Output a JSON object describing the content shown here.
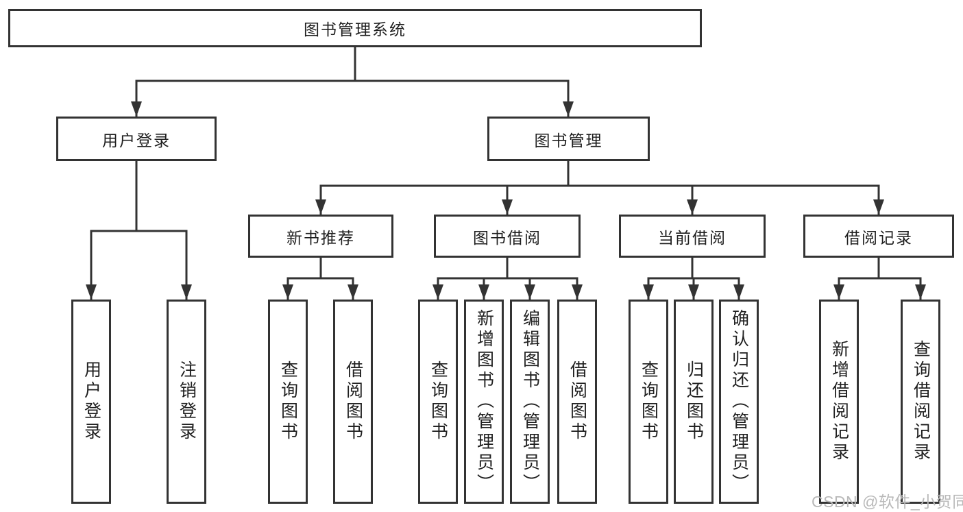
{
  "tree": {
    "root": {
      "label": "图书管理系统",
      "children": [
        {
          "label": "用户登录",
          "children": [
            {
              "label": "用户登录"
            },
            {
              "label": "注销登录"
            }
          ]
        },
        {
          "label": "图书管理",
          "children": [
            {
              "label": "新书推荐",
              "children": [
                {
                  "label": "查询图书"
                },
                {
                  "label": "借阅图书"
                }
              ]
            },
            {
              "label": "图书借阅",
              "children": [
                {
                  "label": "查询图书"
                },
                {
                  "label": "新增图书（管理员）"
                },
                {
                  "label": "编辑图书（管理员）"
                },
                {
                  "label": "借阅图书"
                }
              ]
            },
            {
              "label": "当前借阅",
              "children": [
                {
                  "label": "查询图书"
                },
                {
                  "label": "归还图书"
                },
                {
                  "label": "确认归还（管理员）"
                }
              ]
            },
            {
              "label": "借阅记录",
              "children": [
                {
                  "label": "新增借阅记录"
                },
                {
                  "label": "查询借阅记录"
                }
              ]
            }
          ]
        }
      ]
    }
  },
  "watermark": {
    "text": "CSDN @软件_小贺同学"
  },
  "colors": {
    "line": "#333333",
    "box_border": "#333333",
    "box_fill": "#ffffff",
    "text": "#1f1f1f",
    "watermark": "#b9b9b9",
    "background": "#ffffff"
  }
}
